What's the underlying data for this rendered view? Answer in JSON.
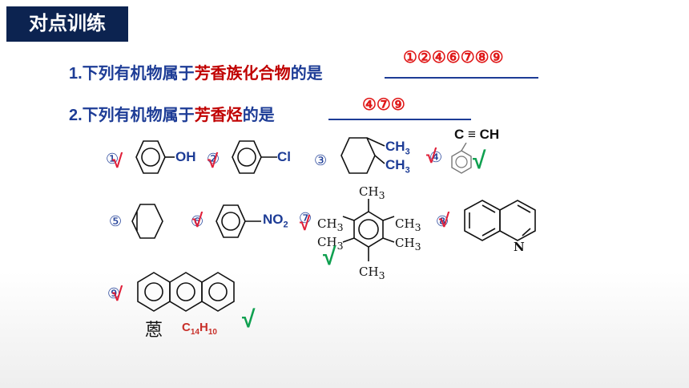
{
  "title": "对点训练",
  "q1": {
    "prefix": "1.下列有机物属于",
    "highlight": "芳香族化合物",
    "suffix": "的是",
    "answer": "①②④⑥⑦⑧⑨"
  },
  "q2": {
    "prefix": "2.下列有机物属于",
    "highlight": "芳香烃",
    "suffix": "的是",
    "answer": "④⑦⑨"
  },
  "items": {
    "n1": "①",
    "n2": "②",
    "n3": "③",
    "n4": "④",
    "n5": "⑤",
    "n6": "⑥",
    "n7": "⑦",
    "n8": "⑧",
    "n9": "⑨"
  },
  "labels": {
    "oh": "OH",
    "cl": "Cl",
    "ch3_a": "CH",
    "ch3_b": "CH",
    "sub3": "3",
    "alkyne": "C ≡ CH",
    "no2": "NO",
    "sub2": "2",
    "m_ch": "CH",
    "m_3": "3",
    "n": "N"
  },
  "anthracene": {
    "name": "蒽",
    "f_c": "C",
    "f_14": "14",
    "f_h": "H",
    "f_10": "10"
  },
  "marks": {
    "check": "√"
  }
}
